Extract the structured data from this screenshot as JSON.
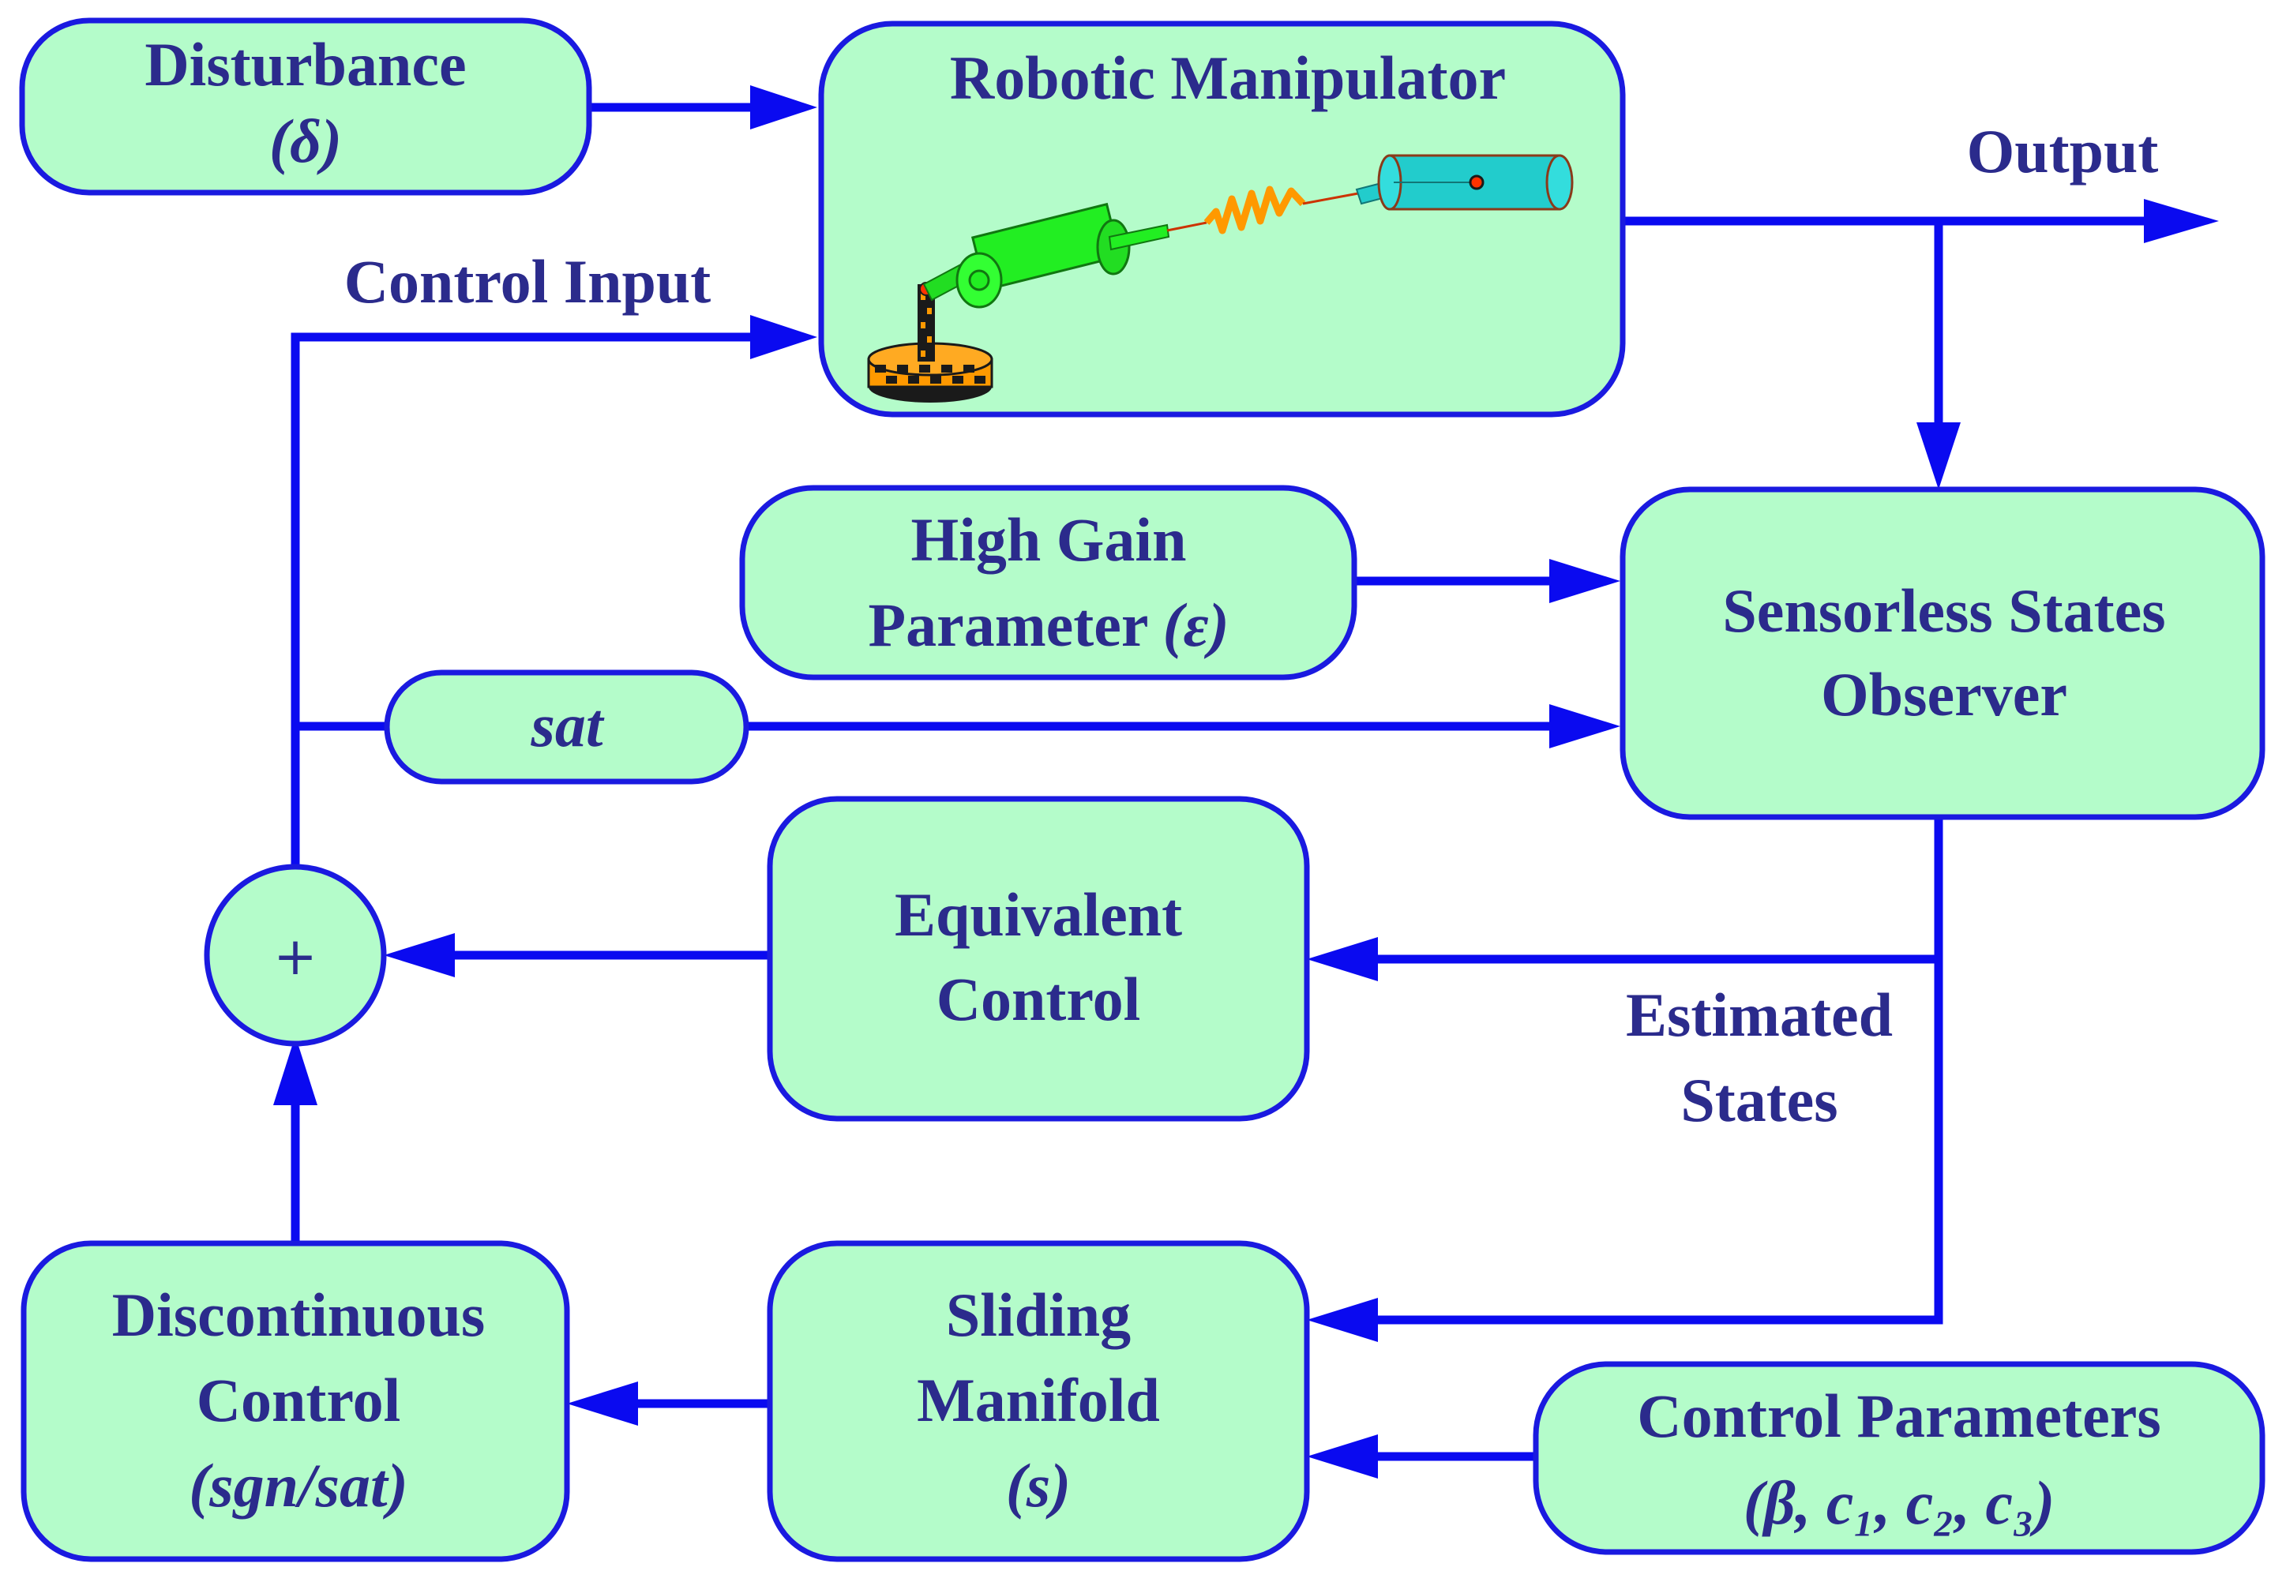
{
  "diagram": {
    "blocks": {
      "disturbance": {
        "line1": "Disturbance",
        "line2": "(δ)"
      },
      "robotic_manipulator": {
        "title": "Robotic Manipulator"
      },
      "high_gain": {
        "line1": "High Gain",
        "line2_text": "Parameter",
        "line2_sym": "(ε)"
      },
      "sat": {
        "label": "sat"
      },
      "observer": {
        "line1": "Sensorless States",
        "line2": "Observer"
      },
      "equivalent": {
        "line1": "Equivalent",
        "line2": "Control"
      },
      "sum": {
        "symbol": "+"
      },
      "discontinuous": {
        "line1": "Discontinuous",
        "line2": "Control",
        "line3": "(sgn/sat)"
      },
      "sliding": {
        "line1": "Sliding",
        "line2": "Manifold",
        "line3": "(s)"
      },
      "control_params": {
        "line1": "Control Parameters",
        "line2": "(β, c₁, c₂, c₃)"
      }
    },
    "signals": {
      "control_input": "Control Input",
      "output": "Output",
      "estimated_line1": "Estimated",
      "estimated_line2": "States"
    },
    "colors": {
      "block_fill": "#b4fcca",
      "block_stroke": "#1a1ae0",
      "arrow": "#0a0af0",
      "text": "#2b2b8c",
      "link_green": "#22ee22",
      "link_cyan": "#22cccc",
      "spring_orange": "#ff9900"
    }
  }
}
